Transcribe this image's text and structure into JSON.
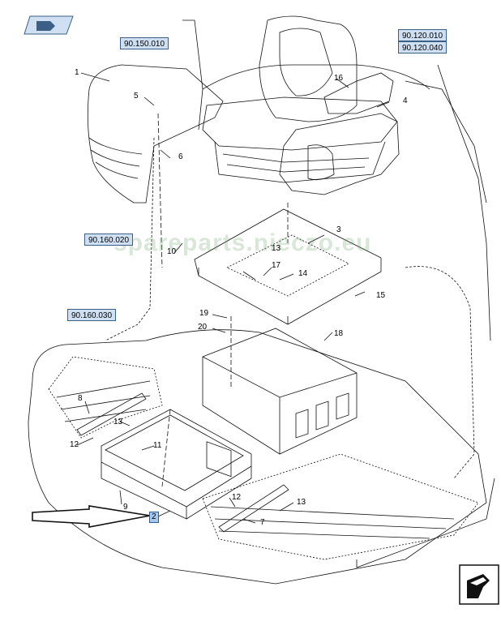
{
  "references": {
    "ref_seat": "90.150.010",
    "ref_armrest_a": "90.120.010",
    "ref_armrest_b": "90.120.040",
    "ref_cab_upper": "90.160.020",
    "ref_cab_floor": "90.160.030"
  },
  "watermark": "spareparts.nieczo.eu",
  "callouts": {
    "c1": "1",
    "c2": "2",
    "c3": "3",
    "c4": "4",
    "c5": "5",
    "c6": "6",
    "c7": "7",
    "c8": "8",
    "c9": "9",
    "c10": "10",
    "c11": "11",
    "c12a": "12",
    "c12b": "12",
    "c13a": "13",
    "c13b": "13",
    "c13c": "13",
    "c14": "14",
    "c15": "15",
    "c16": "16",
    "c17": "17",
    "c18": "18",
    "c19": "19",
    "c20": "20"
  },
  "colors": {
    "line": "#111111",
    "ref_fill": "#cfe0f3",
    "ref_border": "#3c5f86",
    "highlight": "#a8c8ec"
  },
  "icons": {
    "top_left": "book-reference-icon",
    "bottom_right": "next-page-arrow-icon"
  }
}
